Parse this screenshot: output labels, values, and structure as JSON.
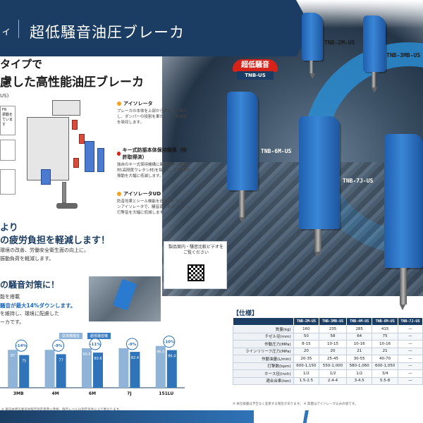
{
  "header": {
    "subtitle": "ィ",
    "title": "超低騒音油圧ブレーカ"
  },
  "headline": {
    "line1": "タイプで",
    "line2": "慮した高性能油圧ブレーカ",
    "us": "US)"
  },
  "features": [
    {
      "title": "アイソレータ",
      "body": "ブレーカの本体を上部から押さえて保持し、ダンパーの役割を果たし、打撃振動を吸収します。",
      "color": "#f2a31a"
    },
    {
      "title": "キー式防振本体保持機構（特許取得済）",
      "body": "独自のキー式保持機構に新都衝撃の緩衝材(高剛度ウレタン材)を採用し、打撃時の振動を大幅に低減します。",
      "color": "#d6231a"
    },
    {
      "title": "アイソレータUD",
      "body": "防音効果とシール機能を追求したウレタンアイソレータで、騒音源となるピストン打撃音を大幅に低減します。",
      "color": "#f2a31a"
    }
  ],
  "diagram_labels": [
    "FR",
    "振動を",
    "ています"
  ],
  "fatigue": {
    "line1": "より",
    "line2": "の疲労負担を軽減します！",
    "body1": "環境の改善、労働安全衛生面の向上に。",
    "body2": "振動負荷を軽減します。"
  },
  "video": {
    "text": "製品案内・騒音比較ビデオをご覧ください"
  },
  "noise": {
    "heading": "の騒音対策に！",
    "body1": "能を搭載",
    "body2": "騒音が最大14%ダウンします。",
    "body3": "を維持し、環境に配慮した",
    "body4": "ーカです。"
  },
  "badge": {
    "top": "超低騒音",
    "bottom": "TNB-US"
  },
  "models": {
    "m2": "TNB-2M-US",
    "m3": "TNB-3MB-US",
    "m6": "TNB-6M-US",
    "m7": "TNB-7J-US"
  },
  "colors": {
    "navy": "#1b3d63",
    "blue": "#2f73b8",
    "light_blue": "#8fb4d8",
    "red": "#d6231a"
  },
  "chart_data": {
    "type": "bar",
    "categories": [
      "3MB",
      "4M",
      "6M",
      "7J",
      "151LU"
    ],
    "series": [
      {
        "name": "従来機",
        "values": [
          87,
          87,
          90.6,
          90.7,
          96.0
        ]
      },
      {
        "name": "超低騒音機",
        "values": [
          75,
          77,
          80.6,
          82.4,
          86.4
        ]
      }
    ],
    "annotations": [
      "-14%",
      "-9%",
      "-11%",
      "-9%",
      "-10%"
    ],
    "bar_labels": [
      [
        "87",
        "75"
      ],
      [
        "",
        "77"
      ],
      [
        "90.6",
        "80.6"
      ],
      [
        "",
        "82.4"
      ],
      [
        "96.0",
        "86.4"
      ]
    ],
    "ylim": [
      0,
      110
    ],
    "note": "※ 東日本建設業協会騒音測定基準に準拠。騒音レベルは測定条件により異なります。"
  },
  "spec": {
    "title": "【仕様】",
    "columns": [
      "",
      "TNB-2M-US",
      "TNB-3MB-US",
      "TNB-4M-US",
      "TNB-6M-US",
      "TNB-7J-US"
    ],
    "rows": [
      [
        "質量(kg)",
        "160",
        "235",
        "285",
        "415",
        "—"
      ],
      [
        "チゼル径(mm)",
        "50",
        "58",
        "64",
        "75",
        "—"
      ],
      [
        "作動圧力(MPa)",
        "8-15",
        "10-15",
        "10-16",
        "10-16",
        "—"
      ],
      [
        "ラインリリーフ圧力(MPa)",
        "20",
        "20",
        "21",
        "21",
        "—"
      ],
      [
        "作動油量(L/min)",
        "20-35",
        "25-45",
        "30-55",
        "40-70",
        "—"
      ],
      [
        "打撃数(bpm)",
        "600-1,150",
        "550-1,000",
        "580-1,060",
        "600-1,050",
        "—"
      ],
      [
        "ホース径(inch)",
        "1/2",
        "1/2",
        "1/2",
        "3/4",
        "—"
      ],
      [
        "適合台車(ton)",
        "1.5-2.5",
        "2.4-4",
        "3-4.5",
        "5.5-8",
        "—"
      ]
    ],
    "note": "※ 本仕様書は予告なく変更する場合があります。 ※ 質量はアイソレータ込みの値です。"
  },
  "legend": {
    "a": "従来機騒音",
    "b": "超低騒音機"
  }
}
